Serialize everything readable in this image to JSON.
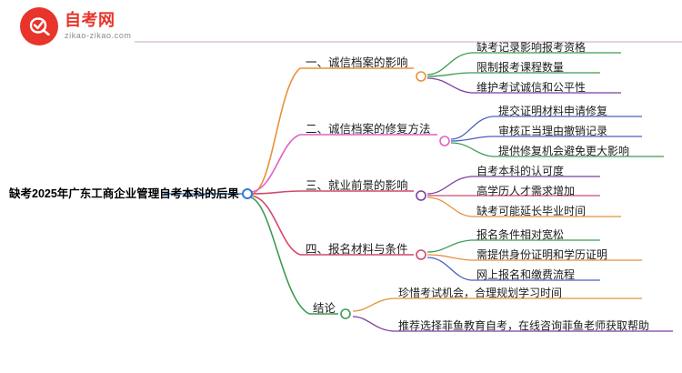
{
  "logo": {
    "title": "自考网",
    "subtitle": "zikao-zikao.com",
    "mark_color": "#e8342a",
    "icon": "magnifier-check-icon"
  },
  "mindmap": {
    "root": {
      "label": "缺考2025年广东工商企业管理自考本科的后果",
      "node_color": "#2e7fd1"
    },
    "branches": [
      {
        "label": "一、诚信档案的影响",
        "color": "#e8913a",
        "node_color": "#e8913a",
        "leaves": [
          {
            "label": "缺考记录影响报考资格",
            "color": "#3d9c52"
          },
          {
            "label": "限制报考课程数量",
            "color": "#3d9c52"
          },
          {
            "label": "维护考试诚信和公平性",
            "color": "#7b3fa0"
          }
        ]
      },
      {
        "label": "二、诚信档案的修复方法",
        "color": "#e060c8",
        "node_color": "#e060c8",
        "leaves": [
          {
            "label": "提交证明材料申请修复",
            "color": "#4a5fc1"
          },
          {
            "label": "审核正当理由撤销记录",
            "color": "#4a5fc1"
          },
          {
            "label": "提供修复机会避免更大影响",
            "color": "#3d9c52"
          }
        ]
      },
      {
        "label": "三、就业前景的影响",
        "color": "#d14a6a",
        "node_color": "#7b3fa0",
        "leaves": [
          {
            "label": "自考本科的认可度",
            "color": "#7b3fa0"
          },
          {
            "label": "高学历人才需求增加",
            "color": "#d14a6a"
          },
          {
            "label": "缺考可能延长毕业时间",
            "color": "#e8913a"
          }
        ]
      },
      {
        "label": "四、报名材料与条件",
        "color": "#d14a6a",
        "node_color": "#d14a6a",
        "leaves": [
          {
            "label": "报名条件相对宽松",
            "color": "#3d9c52"
          },
          {
            "label": "需提供身份证明和学历证明",
            "color": "#e8913a"
          },
          {
            "label": "网上报名和缴费流程",
            "color": "#4a5fc1"
          }
        ]
      },
      {
        "label": "结论",
        "color": "#3d9c52",
        "node_color": "#3d9c52",
        "leaves": [
          {
            "label": "珍惜考试机会，合理规划学习时间",
            "color": "#e8913a"
          },
          {
            "label": "推荐选择菲鱼教育自考，在线咨询菲鱼老师获取帮助",
            "color": "#7b3fa0"
          }
        ]
      }
    ]
  }
}
